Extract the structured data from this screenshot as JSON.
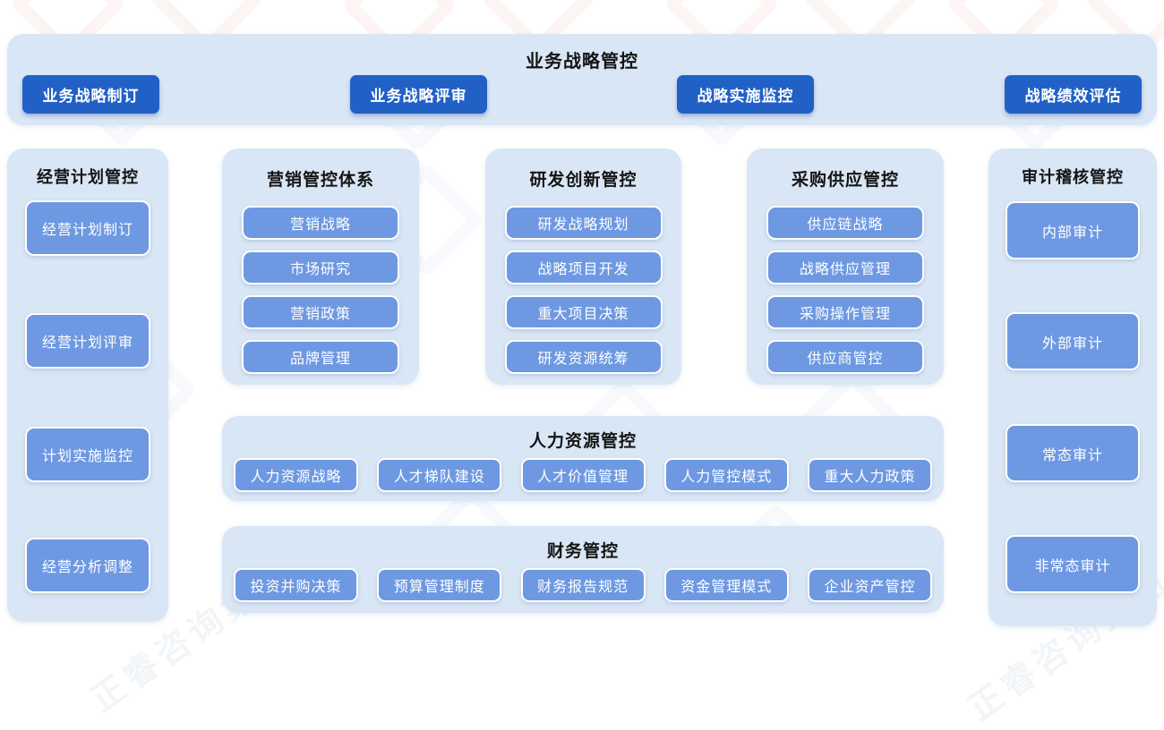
{
  "colors": {
    "dark_blue": "#2161c6",
    "light_blue": "#6e99e2",
    "panel_bg": "#d9e6f5",
    "watermark_red": "#d23b3b",
    "watermark_blue": "#3b6fd2"
  },
  "top_band": {
    "title": "业务战略管控",
    "buttons": [
      "业务战略制订",
      "业务战略评审",
      "战略实施监控",
      "战略绩效评估"
    ]
  },
  "left_column": {
    "title": "经营计划管控",
    "items": [
      "经营计划制订",
      "经营计划评审",
      "计划实施监控",
      "经营分析调整"
    ]
  },
  "columns": [
    {
      "title": "营销管控体系",
      "items": [
        "营销战略",
        "市场研究",
        "营销政策",
        "品牌管理"
      ]
    },
    {
      "title": "研发创新管控",
      "items": [
        "研发战略规划",
        "战略项目开发",
        "重大项目决策",
        "研发资源统筹"
      ]
    },
    {
      "title": "采购供应管控",
      "items": [
        "供应链战略",
        "战略供应管理",
        "采购操作管理",
        "供应商管控"
      ]
    }
  ],
  "hr_band": {
    "title": "人力资源管控",
    "items": [
      "人力资源战略",
      "人才梯队建设",
      "人才价值管理",
      "人力管控模式",
      "重大人力政策"
    ]
  },
  "finance_band": {
    "title": "财务管控",
    "items": [
      "投资并购决策",
      "预算管理制度",
      "财务报告规范",
      "资金管理模式",
      "企业资产管控"
    ]
  },
  "right_column": {
    "title": "审计稽核管控",
    "items": [
      "内部审计",
      "外部审计",
      "常态审计",
      "非常态审计"
    ]
  },
  "watermark": {
    "text": "正睿咨询集团"
  }
}
